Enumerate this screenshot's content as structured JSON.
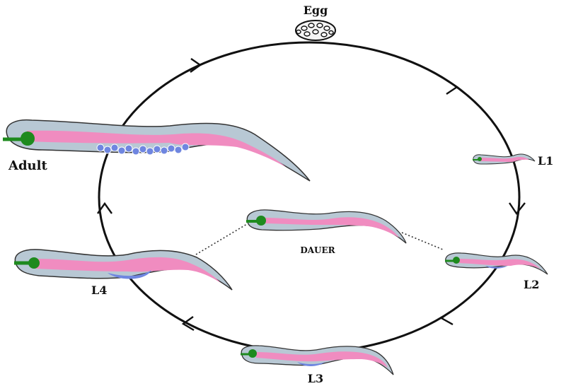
{
  "labels": {
    "egg": "Egg",
    "l1": "L1",
    "l2": "L2",
    "l3": "L3",
    "l4": "L4",
    "adult": "Adult",
    "dauer": "DAUER"
  },
  "colors": {
    "body": "#b8c8d4",
    "gut": "#f08cc0",
    "pharynx": "#1e8a1e",
    "gonad": "#6f86e0",
    "outline": "#333333",
    "cycle": "#111111"
  }
}
